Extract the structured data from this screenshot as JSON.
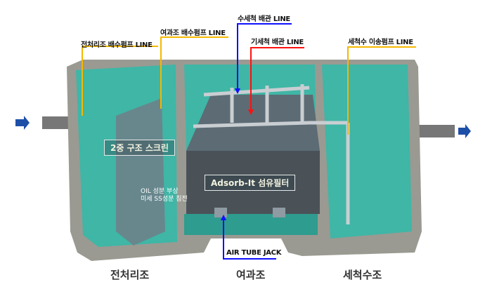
{
  "callouts": {
    "pretreat_pump": "전처리조 배수펌프 LINE",
    "filter_pump": "여과조 배수펌프 LINE",
    "water_wash": "수세척 배관 LINE",
    "air_wash": "기세척 배관 LINE",
    "wash_transfer": "세척수 이송펌프 LINE",
    "air_tube": "AIR TUBE JACK"
  },
  "tags": {
    "screen": "2중 구조 스크린",
    "filter": "Adsorb-It 섬유필터"
  },
  "notes": {
    "line1": "OIL 성분 부상",
    "line2": "미세 SS성분 침전"
  },
  "chambers": [
    "전처리조",
    "여과조",
    "세척수조"
  ],
  "colors": {
    "teal": "#3fb6a6",
    "concrete": "#9a9a92",
    "yellow": "#f5b800",
    "blue": "#1010ff",
    "red": "#ff1010"
  }
}
